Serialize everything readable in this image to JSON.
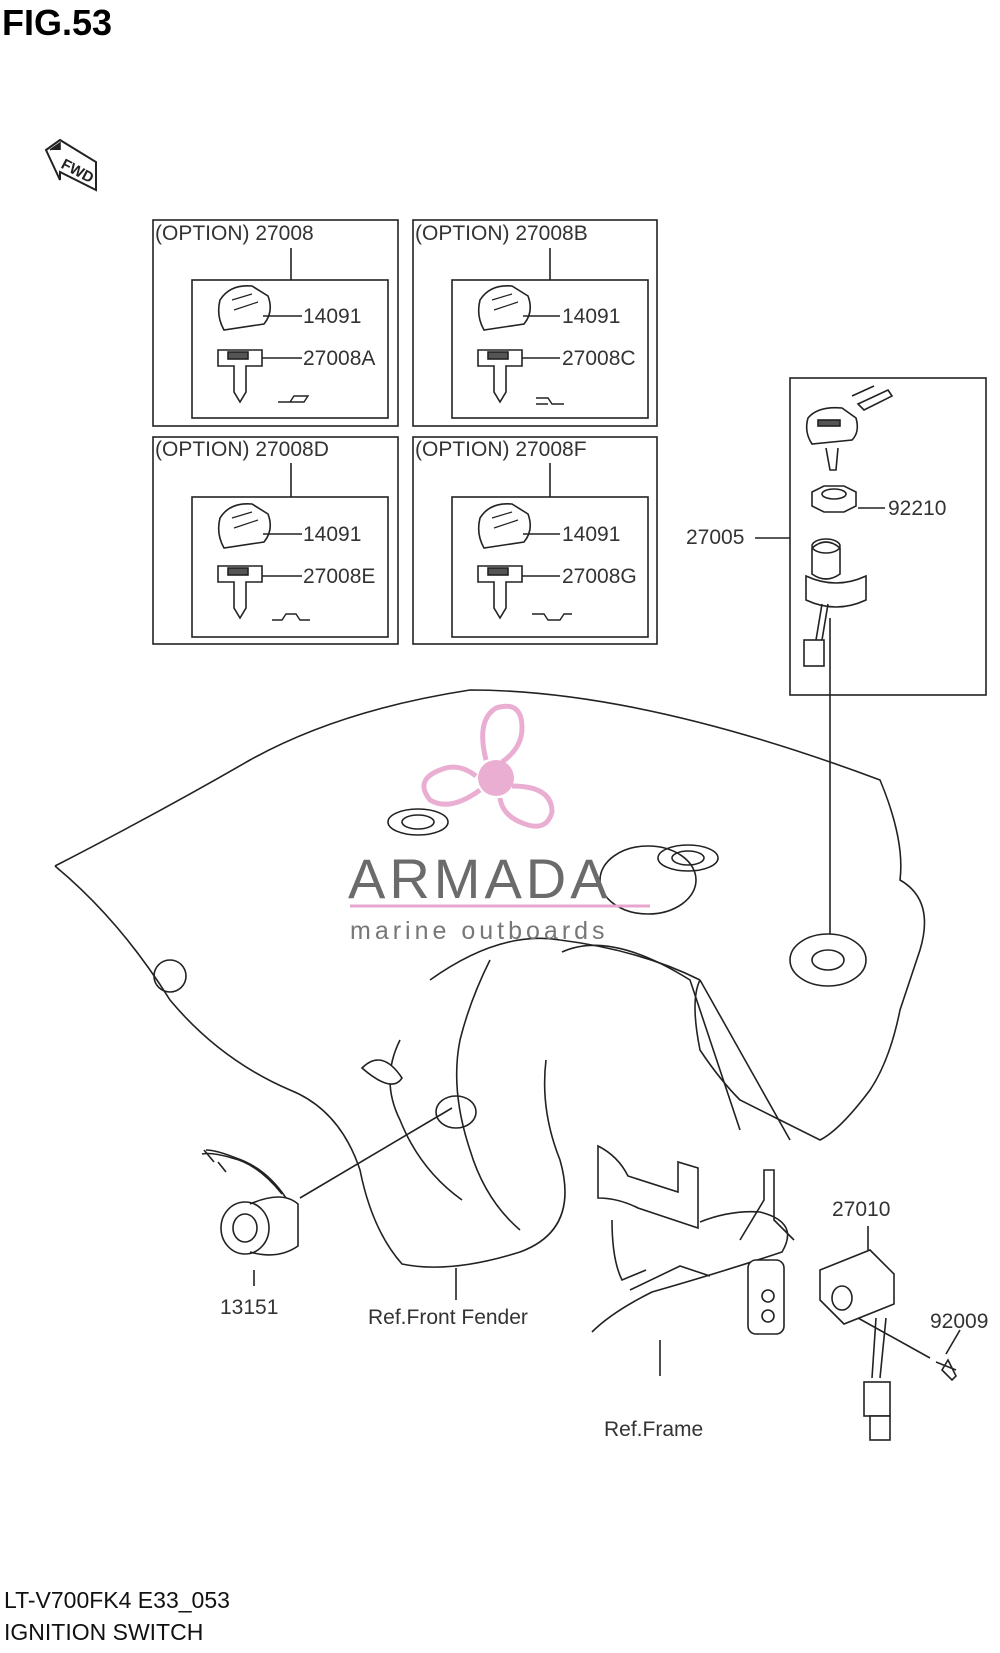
{
  "figure_title": "FIG.53",
  "direction_badge": "FWD",
  "options": [
    {
      "title": "(OPTION)  27008",
      "knob_part": "14091",
      "key_part": "27008A"
    },
    {
      "title": "(OPTION)  27008B",
      "knob_part": "14091",
      "key_part": "27008C"
    },
    {
      "title": "(OPTION) 27008D",
      "knob_part": "14091",
      "key_part": "27008E"
    },
    {
      "title": "(OPTION)  27008F",
      "knob_part": "14091",
      "key_part": "27008G"
    }
  ],
  "parts": {
    "assembly": "27005",
    "nut": "92210",
    "switch": "13151",
    "sensor": "27010",
    "screw": "92009",
    "ref_fender": "Ref.Front Fender",
    "ref_frame": "Ref.Frame"
  },
  "watermark": {
    "name": "ARMADA",
    "tagline": "marine outboards",
    "accent_color": "#e8a6cf"
  },
  "footer": {
    "model_code": "LT-V700FK4 E33_053",
    "section": "IGNITION SWITCH"
  }
}
